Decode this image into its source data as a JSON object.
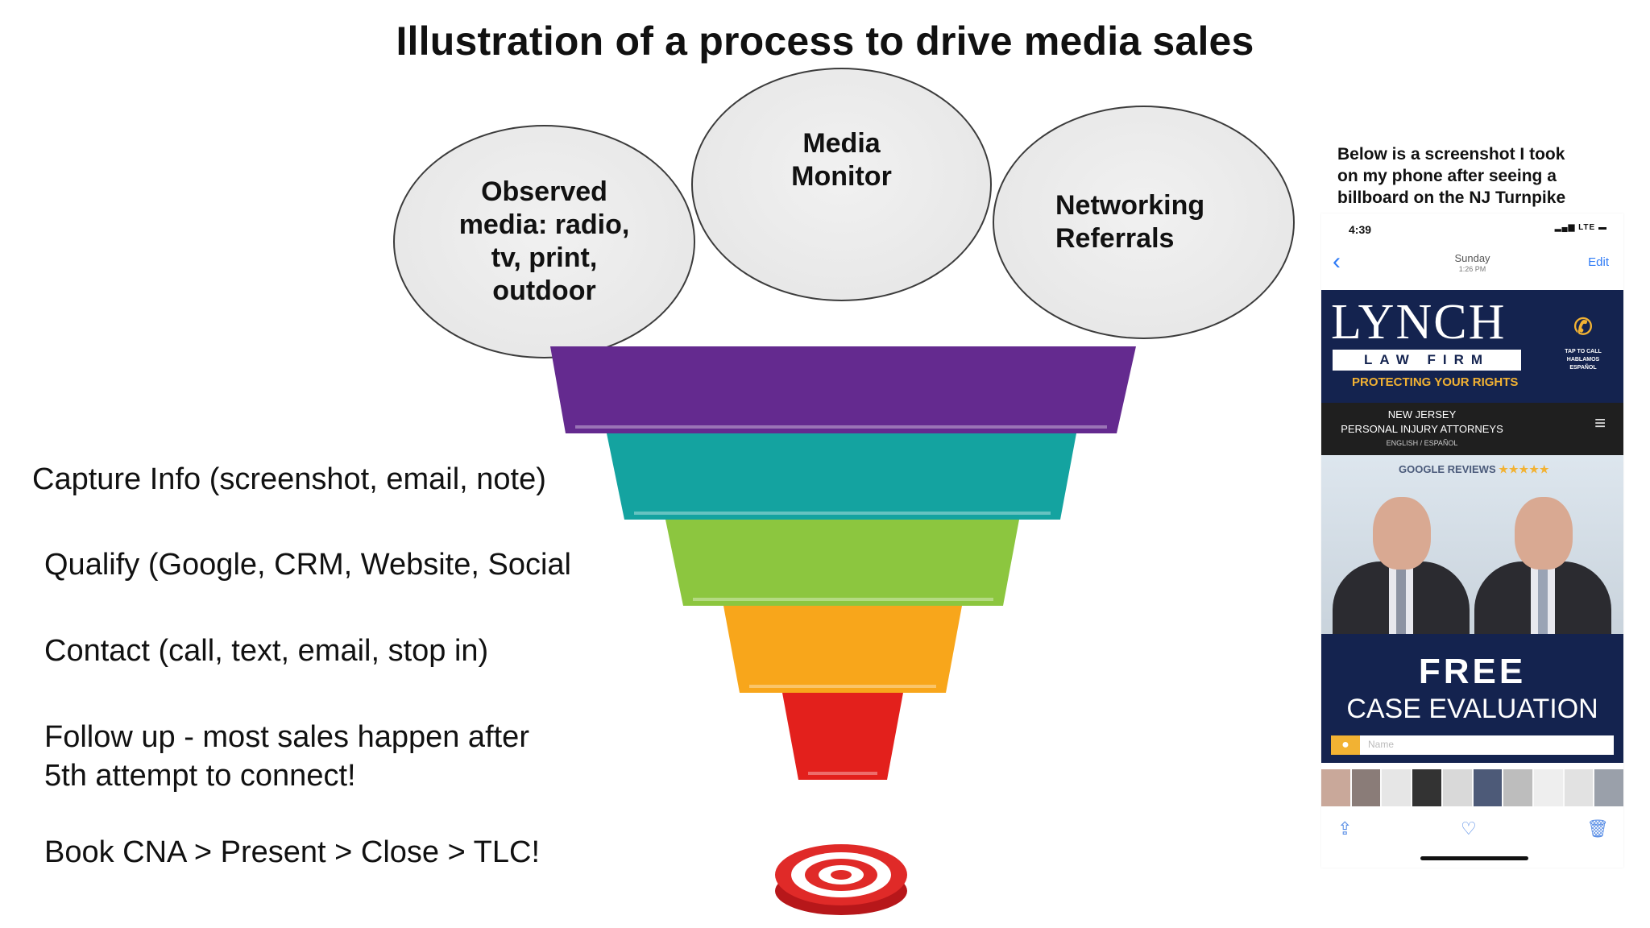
{
  "title": "Illustration of a process to drive media sales",
  "sources": [
    {
      "label": "Observed\nmedia: radio,\ntv, print,\noutdoor"
    },
    {
      "label": "Media\nMonitor"
    },
    {
      "label": "Networking\nReferrals"
    }
  ],
  "steps": [
    {
      "label": "Capture Info (screenshot, email, note)",
      "color": "#642a8f"
    },
    {
      "label": "Qualify (Google, CRM, Website, Social",
      "color": "#14a3a0"
    },
    {
      "label": "Contact (call, text, email, stop in)",
      "color": "#8cc63f"
    },
    {
      "label": "Follow up - most sales happen after\n5th attempt to connect!",
      "color": "#f8a61b"
    },
    {
      "label": "Book CNA > Present > Close > TLC!",
      "color": "#e3201c"
    }
  ],
  "target_icon": "bullseye-target-icon",
  "caption": "Below is a screenshot I took\non my phone after seeing a\nbillboard on the NJ Turnpike",
  "phone": {
    "time": "4:39",
    "signal": "LTE",
    "day": "Sunday",
    "clock": "1:26 PM",
    "edit": "Edit",
    "brand": "LYNCH",
    "brand_sub": "LAW FIRM",
    "tagline": "PROTECTING YOUR RIGHTS",
    "call_text": "TAP TO CALL\nHABLAMOS\nESPAÑOL",
    "sub1": "NEW JERSEY",
    "sub2": "PERSONAL INJURY ATTORNEYS",
    "sub3": "ENGLISH / ESPAÑOL",
    "reviews": "GOOGLE REVIEWS",
    "stars": "★★★★★",
    "free": "FREE",
    "case_eval": "CASE EVALUATION",
    "name_placeholder": "Name",
    "thumb_colors": [
      "#c9a89a",
      "#8a7c78",
      "#e6e6e6",
      "#333",
      "#d9d9d9",
      "#4d5a78",
      "#bdbdbd",
      "#eeeeee",
      "#e2e2e2",
      "#9aa0aa"
    ]
  }
}
